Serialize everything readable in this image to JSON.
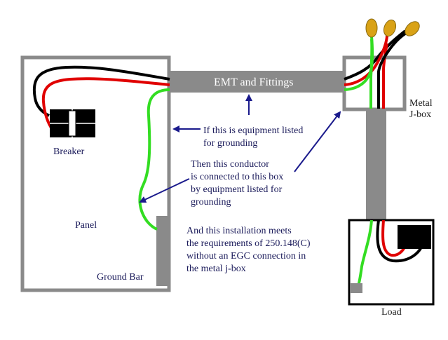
{
  "labels": {
    "emt": "EMT and Fittings",
    "metal_jbox_line1": "Metal",
    "metal_jbox_line2": "J-box",
    "breaker": "Breaker",
    "panel": "Panel",
    "ground_bar": "Ground Bar",
    "load": "Load"
  },
  "notes": {
    "note1": [
      "If this is equipment listed",
      "for grounding"
    ],
    "note2": [
      "Then this conductor",
      "is connected to this box",
      "by equipment listed for",
      "grounding"
    ],
    "note3": [
      "And this installation meets",
      "the requirements of 250.148(C)",
      "without an EGC connection in",
      "the metal j-box"
    ]
  },
  "colors": {
    "box_gray": "#8a8a8a",
    "wire_black": "#000000",
    "wire_red": "#e00000",
    "wire_green": "#33dd22",
    "arrow_blue": "#1a1a8c",
    "wire_nut": "#d9a216",
    "text_navy": "#1a1a5a"
  }
}
